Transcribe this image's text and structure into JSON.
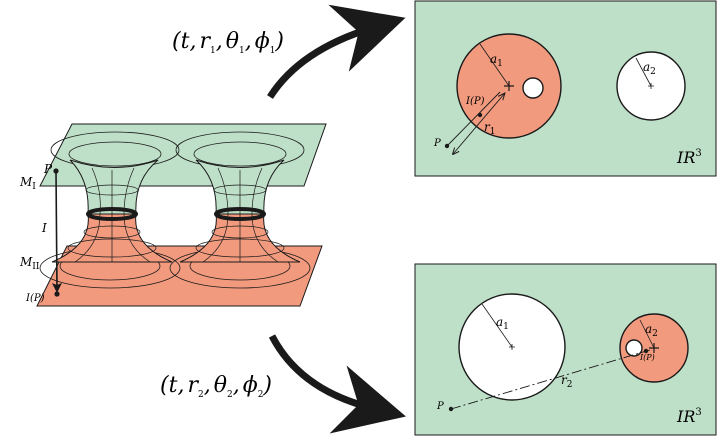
{
  "colors": {
    "green": "#bfe0c8",
    "salmon": "#f29a7e",
    "white": "#ffffff",
    "stroke": "#1a1a1a"
  },
  "left": {
    "sheet_top_label": "M",
    "sheet_top_sub": "I",
    "sheet_bottom_label": "M",
    "sheet_bottom_sub": "II",
    "point_top": "P",
    "map_label": "I",
    "point_bottom": "I(P)"
  },
  "coords_top": {
    "open": "(",
    "t": "t",
    "sep1": ",",
    "r": "r",
    "r_sub": "1",
    "sep2": ",",
    "theta": "θ",
    "theta_sub": "1",
    "sep3": ",",
    "phi": "ϕ",
    "phi_sub": "1",
    "close": ")"
  },
  "coords_bottom": {
    "open": "(",
    "t": "t",
    "sep1": ",",
    "r": "r",
    "r_sub": "2",
    "sep2": ",",
    "theta": "θ",
    "theta_sub": "2",
    "sep3": ",",
    "phi": "ϕ",
    "phi_sub": "2",
    "close": ")"
  },
  "panel_top": {
    "a1": "a",
    "a1_sub": "1",
    "a2": "a",
    "a2_sub": "2",
    "point_image": "I(P)",
    "r": "r",
    "r_sub": "1",
    "point": "P",
    "space": "IR",
    "space_exp": "3"
  },
  "panel_bottom": {
    "a1": "a",
    "a1_sub": "1",
    "a2": "a",
    "a2_sub": "2",
    "point_image": "I(P)",
    "r": "r",
    "r_sub": "2",
    "point": "P",
    "space": "IR",
    "space_exp": "3"
  }
}
